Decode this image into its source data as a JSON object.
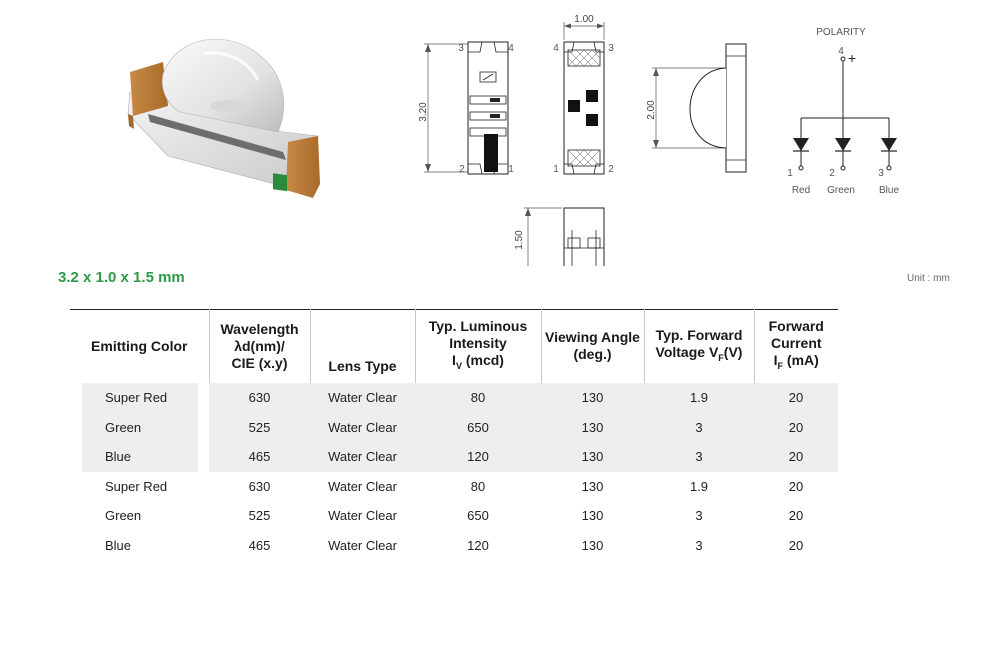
{
  "diagram": {
    "dim_width": "1.00",
    "dim_length": "3.20",
    "dim_dome": "2.00",
    "dim_height": "1.50",
    "pad_left_top": "3",
    "pad_right_top": "4",
    "pad_left_bottom": "2",
    "pad_right_bottom": "1",
    "bottom_left_top": "4",
    "bottom_right_top": "3",
    "bottom_left_bottom": "1",
    "bottom_right_bottom": "2"
  },
  "polarity": {
    "title": "POLARITY",
    "common_pin": "4",
    "plus": "+",
    "pins": [
      {
        "num": "1",
        "label": "Red"
      },
      {
        "num": "2",
        "label": "Green"
      },
      {
        "num": "3",
        "label": "Blue"
      }
    ]
  },
  "size_title": "3.2 x 1.0 x 1.5 mm",
  "unit_note": "Unit : mm",
  "table": {
    "headers": {
      "color": "Emitting Color",
      "wavelength_l1": "Wavelength",
      "wavelength_l2": "λd(nm)/",
      "wavelength_l3": "CIE (x.y)",
      "lens": "Lens Type",
      "lum_l1": "Typ. Luminous",
      "lum_l2": "Intensity",
      "lum_l3a": "I",
      "lum_l3sub": "V",
      "lum_l3b": " (mcd)",
      "angle_l1": "Viewing Angle",
      "angle_l2": "(deg.)",
      "volt_l1": "Typ. Forward",
      "volt_l2a": "Voltage V",
      "volt_l2sub": "F",
      "volt_l2b": "(V)",
      "cur_l1": "Forward",
      "cur_l2": "Current",
      "cur_l3a": "I",
      "cur_l3sub": "F",
      "cur_l3b": " (mA)"
    },
    "rows": [
      {
        "color": "Super Red",
        "wavelength": "630",
        "lens": "Water Clear",
        "intensity": "80",
        "angle": "130",
        "voltage": "1.9",
        "current": "20"
      },
      {
        "color": "Green",
        "wavelength": "525",
        "lens": "Water Clear",
        "intensity": "650",
        "angle": "130",
        "voltage": "3",
        "current": "20"
      },
      {
        "color": "Blue",
        "wavelength": "465",
        "lens": "Water Clear",
        "intensity": "120",
        "angle": "130",
        "voltage": "3",
        "current": "20"
      },
      {
        "color": "Super Red",
        "wavelength": "630",
        "lens": "Water Clear",
        "intensity": "80",
        "angle": "130",
        "voltage": "1.9",
        "current": "20"
      },
      {
        "color": "Green",
        "wavelength": "525",
        "lens": "Water Clear",
        "intensity": "650",
        "angle": "130",
        "voltage": "3",
        "current": "20"
      },
      {
        "color": "Blue",
        "wavelength": "465",
        "lens": "Water Clear",
        "intensity": "120",
        "angle": "130",
        "voltage": "3",
        "current": "20"
      }
    ]
  },
  "colors": {
    "title_green": "#2e9a48",
    "row_shade": "#eeeeee"
  }
}
